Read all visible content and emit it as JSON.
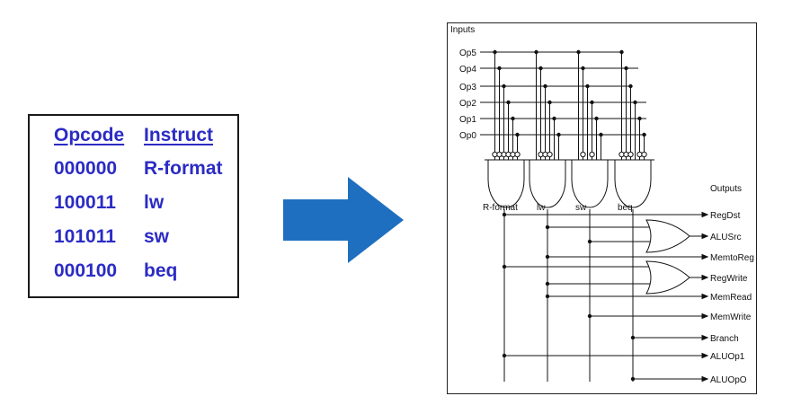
{
  "table": {
    "headers": [
      "Opcode",
      "Instruct"
    ],
    "rows": [
      {
        "opcode": "000000",
        "instruct": "R-format"
      },
      {
        "opcode": "100011",
        "instruct": "lw"
      },
      {
        "opcode": "101011",
        "instruct": "sw"
      },
      {
        "opcode": "000100",
        "instruct": "beq"
      }
    ]
  },
  "arrow_color": "#1e6fc0",
  "text_color": "#2b2bc4",
  "circuit": {
    "inputs_title": "Inputs",
    "outputs_title": "Outputs",
    "inputs": [
      "Op5",
      "Op4",
      "Op3",
      "Op2",
      "Op1",
      "Op0"
    ],
    "gates": [
      "R-format",
      "lw",
      "sw",
      "beq"
    ],
    "outputs": [
      "RegDst",
      "ALUSrc",
      "MemtoReg",
      "RegWrite",
      "MemRead",
      "MemWrite",
      "Branch",
      "ALUOp1",
      "ALUOpO"
    ]
  }
}
